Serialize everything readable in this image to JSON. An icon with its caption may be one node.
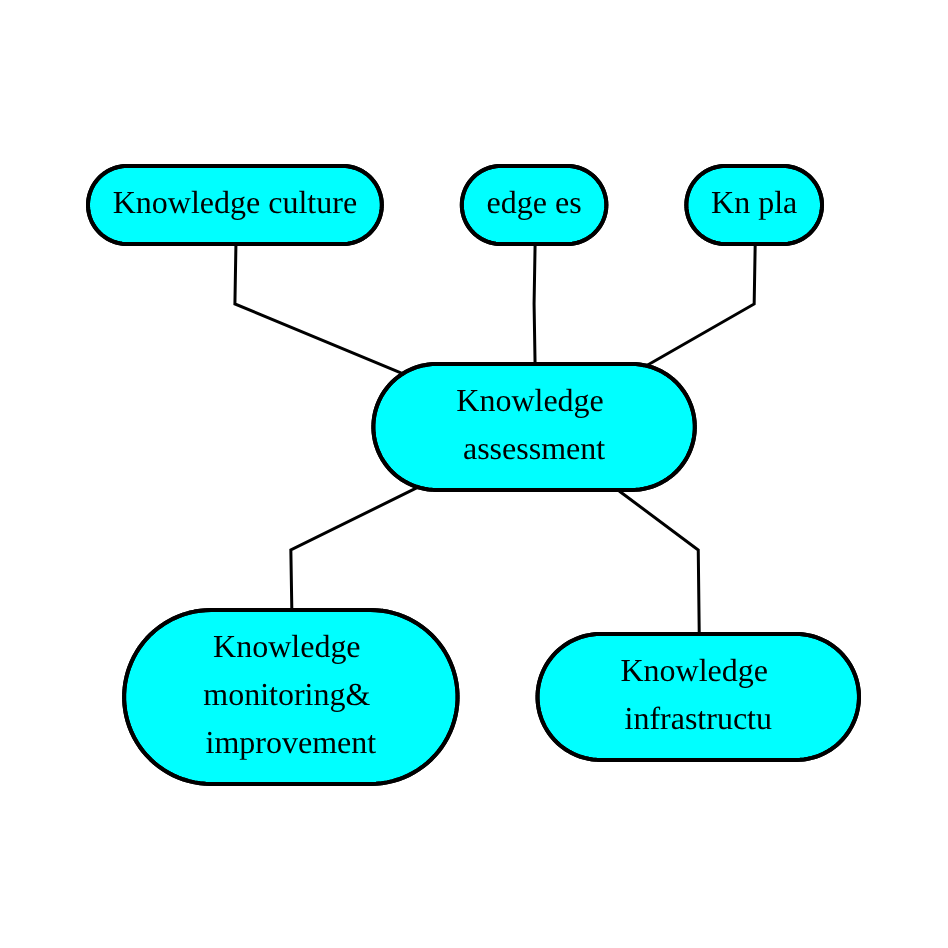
{
  "diagram": {
    "nodes": [
      {
        "text": [
          "Knowledge culture"
        ]
      },
      {
        "text": [
          "edge es"
        ]
      },
      {
        "text": [
          "Kn pla"
        ]
      },
      {
        "text": [
          "Knowledge assessment"
        ]
      },
      {
        "text": [
          "Knowledge monitoring& improvement"
        ]
      },
      {
        "text": [
          "Knowledge infrastructu"
        ]
      }
    ],
    "edges": [
      {
        "from": 0,
        "to": 3,
        "arrow": "none"
      },
      {
        "from": 1,
        "to": 3,
        "arrow": "none"
      },
      {
        "from": 2,
        "to": 3,
        "arrow": "none"
      },
      {
        "from": 3,
        "to": 4,
        "arrow": "none"
      },
      {
        "from": 3,
        "to": 5,
        "arrow": "none"
      }
    ]
  }
}
